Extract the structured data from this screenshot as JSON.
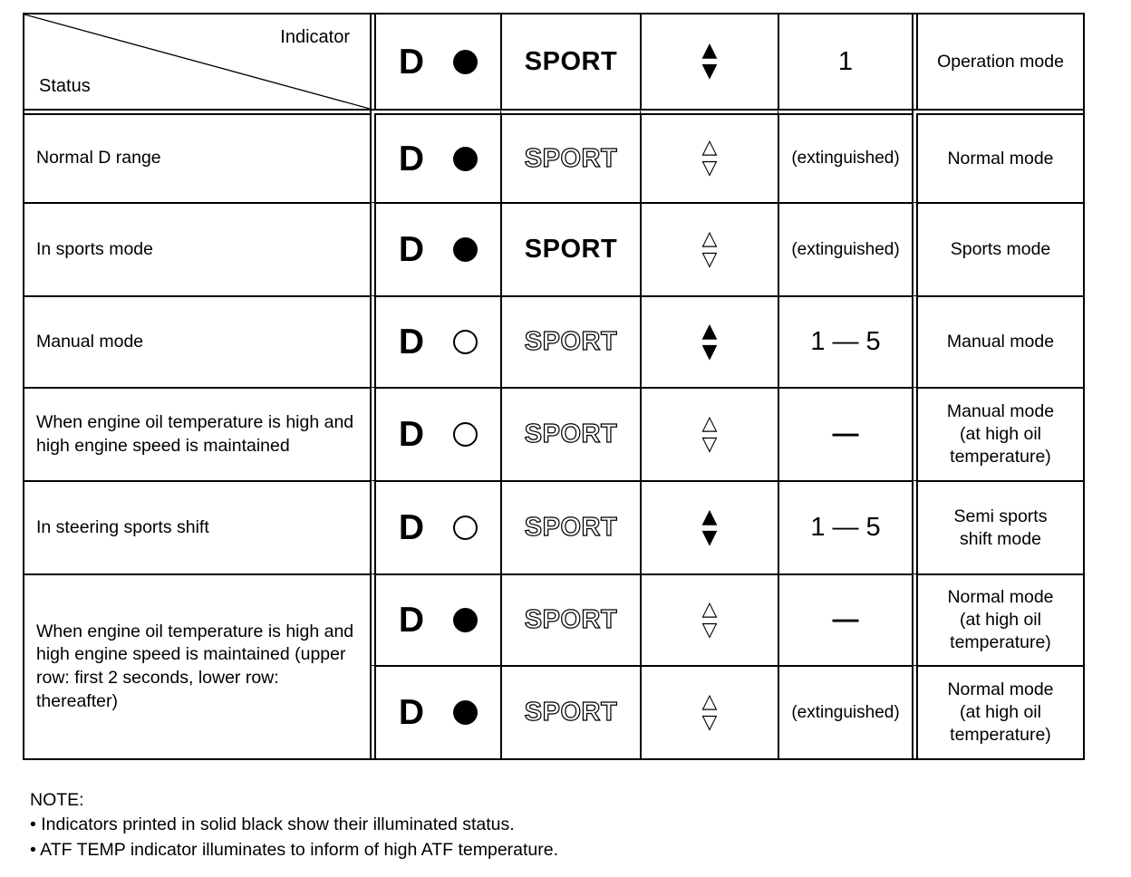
{
  "table": {
    "header": {
      "indicator_label": "Indicator",
      "status_label": "Status",
      "d_letter": "D",
      "d_circle": "filled",
      "sport_text": "SPORT",
      "sport_style": "solid",
      "arrow_up": "▲",
      "arrow_down": "▼",
      "gear": "1",
      "gear_size": "header",
      "operation_label": "Operation mode"
    },
    "rows": [
      {
        "status": "Normal D range",
        "d_letter": "D",
        "d_circle": "filled",
        "sport_text": "SPORT",
        "sport_style": "outline",
        "arrow_up": "△",
        "arrow_down": "▽",
        "gear": "(extinguished)",
        "gear_size": "small",
        "mode": "Normal mode"
      },
      {
        "status": "In sports mode",
        "d_letter": "D",
        "d_circle": "filled",
        "sport_text": "SPORT",
        "sport_style": "solid",
        "arrow_up": "△",
        "arrow_down": "▽",
        "gear": "(extinguished)",
        "gear_size": "small",
        "mode": "Sports mode"
      },
      {
        "status": "Manual mode",
        "d_letter": "D",
        "d_circle": "outline",
        "sport_text": "SPORT",
        "sport_style": "outline",
        "arrow_up": "▲",
        "arrow_down": "▼",
        "gear": "1 — 5",
        "gear_size": "large",
        "mode": "Manual mode"
      },
      {
        "status": "When engine oil temperature is high and high engine speed is maintained",
        "d_letter": "D",
        "d_circle": "outline",
        "sport_text": "SPORT",
        "sport_style": "outline",
        "arrow_up": "△",
        "arrow_down": "▽",
        "gear": "—",
        "gear_size": "dash",
        "mode": "Manual mode\n(at high oil\ntemperature)"
      },
      {
        "status": "In steering sports shift",
        "d_letter": "D",
        "d_circle": "outline",
        "sport_text": "SPORT",
        "sport_style": "outline",
        "arrow_up": "▲",
        "arrow_down": "▼",
        "gear": "1 — 5",
        "gear_size": "large",
        "mode": "Semi sports\nshift mode"
      },
      {
        "status": "When engine oil temperature is high and high engine speed is maintained (upper row: first 2 seconds, lower row: thereafter)",
        "d_letter": "D",
        "d_circle": "filled",
        "sport_text": "SPORT",
        "sport_style": "outline",
        "arrow_up": "△",
        "arrow_down": "▽",
        "gear": "—",
        "gear_size": "dash",
        "mode": "Normal mode\n(at high oil\ntemperature)"
      },
      {
        "d_letter": "D",
        "d_circle": "filled",
        "sport_text": "SPORT",
        "sport_style": "outline",
        "arrow_up": "△",
        "arrow_down": "▽",
        "gear": "(extinguished)",
        "gear_size": "small",
        "mode": "Normal mode\n(at high oil\ntemperature)"
      }
    ]
  },
  "note": {
    "title": "NOTE:",
    "items": [
      "• Indicators printed in solid black show their illuminated status.",
      "• ATF TEMP indicator illuminates to inform of high ATF temperature."
    ]
  },
  "colors": {
    "ink": "#000000",
    "paper": "#ffffff"
  }
}
